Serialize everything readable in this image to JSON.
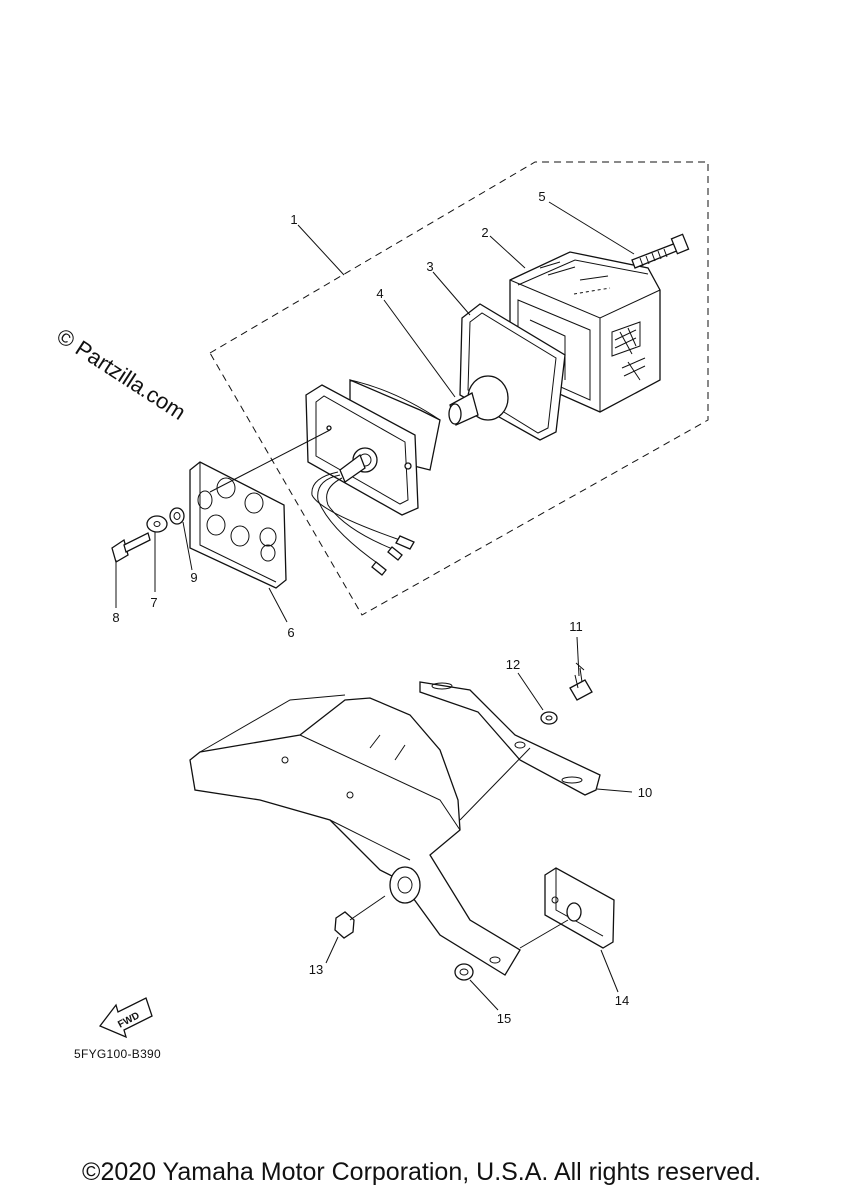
{
  "watermark": "© Partzilla.com",
  "callouts": {
    "c1": "1",
    "c2": "2",
    "c3": "3",
    "c4": "4",
    "c5": "5",
    "c6": "6",
    "c7": "7",
    "c8": "8",
    "c9": "9",
    "c10": "10",
    "c11": "11",
    "c12": "12",
    "c13": "13",
    "c14": "14",
    "c15": "15"
  },
  "direction_label": "FWD",
  "diagram_code": "5FYG100-B390",
  "copyright": "©2020 Yamaha Motor Corporation, U.S.A. All rights reserved."
}
